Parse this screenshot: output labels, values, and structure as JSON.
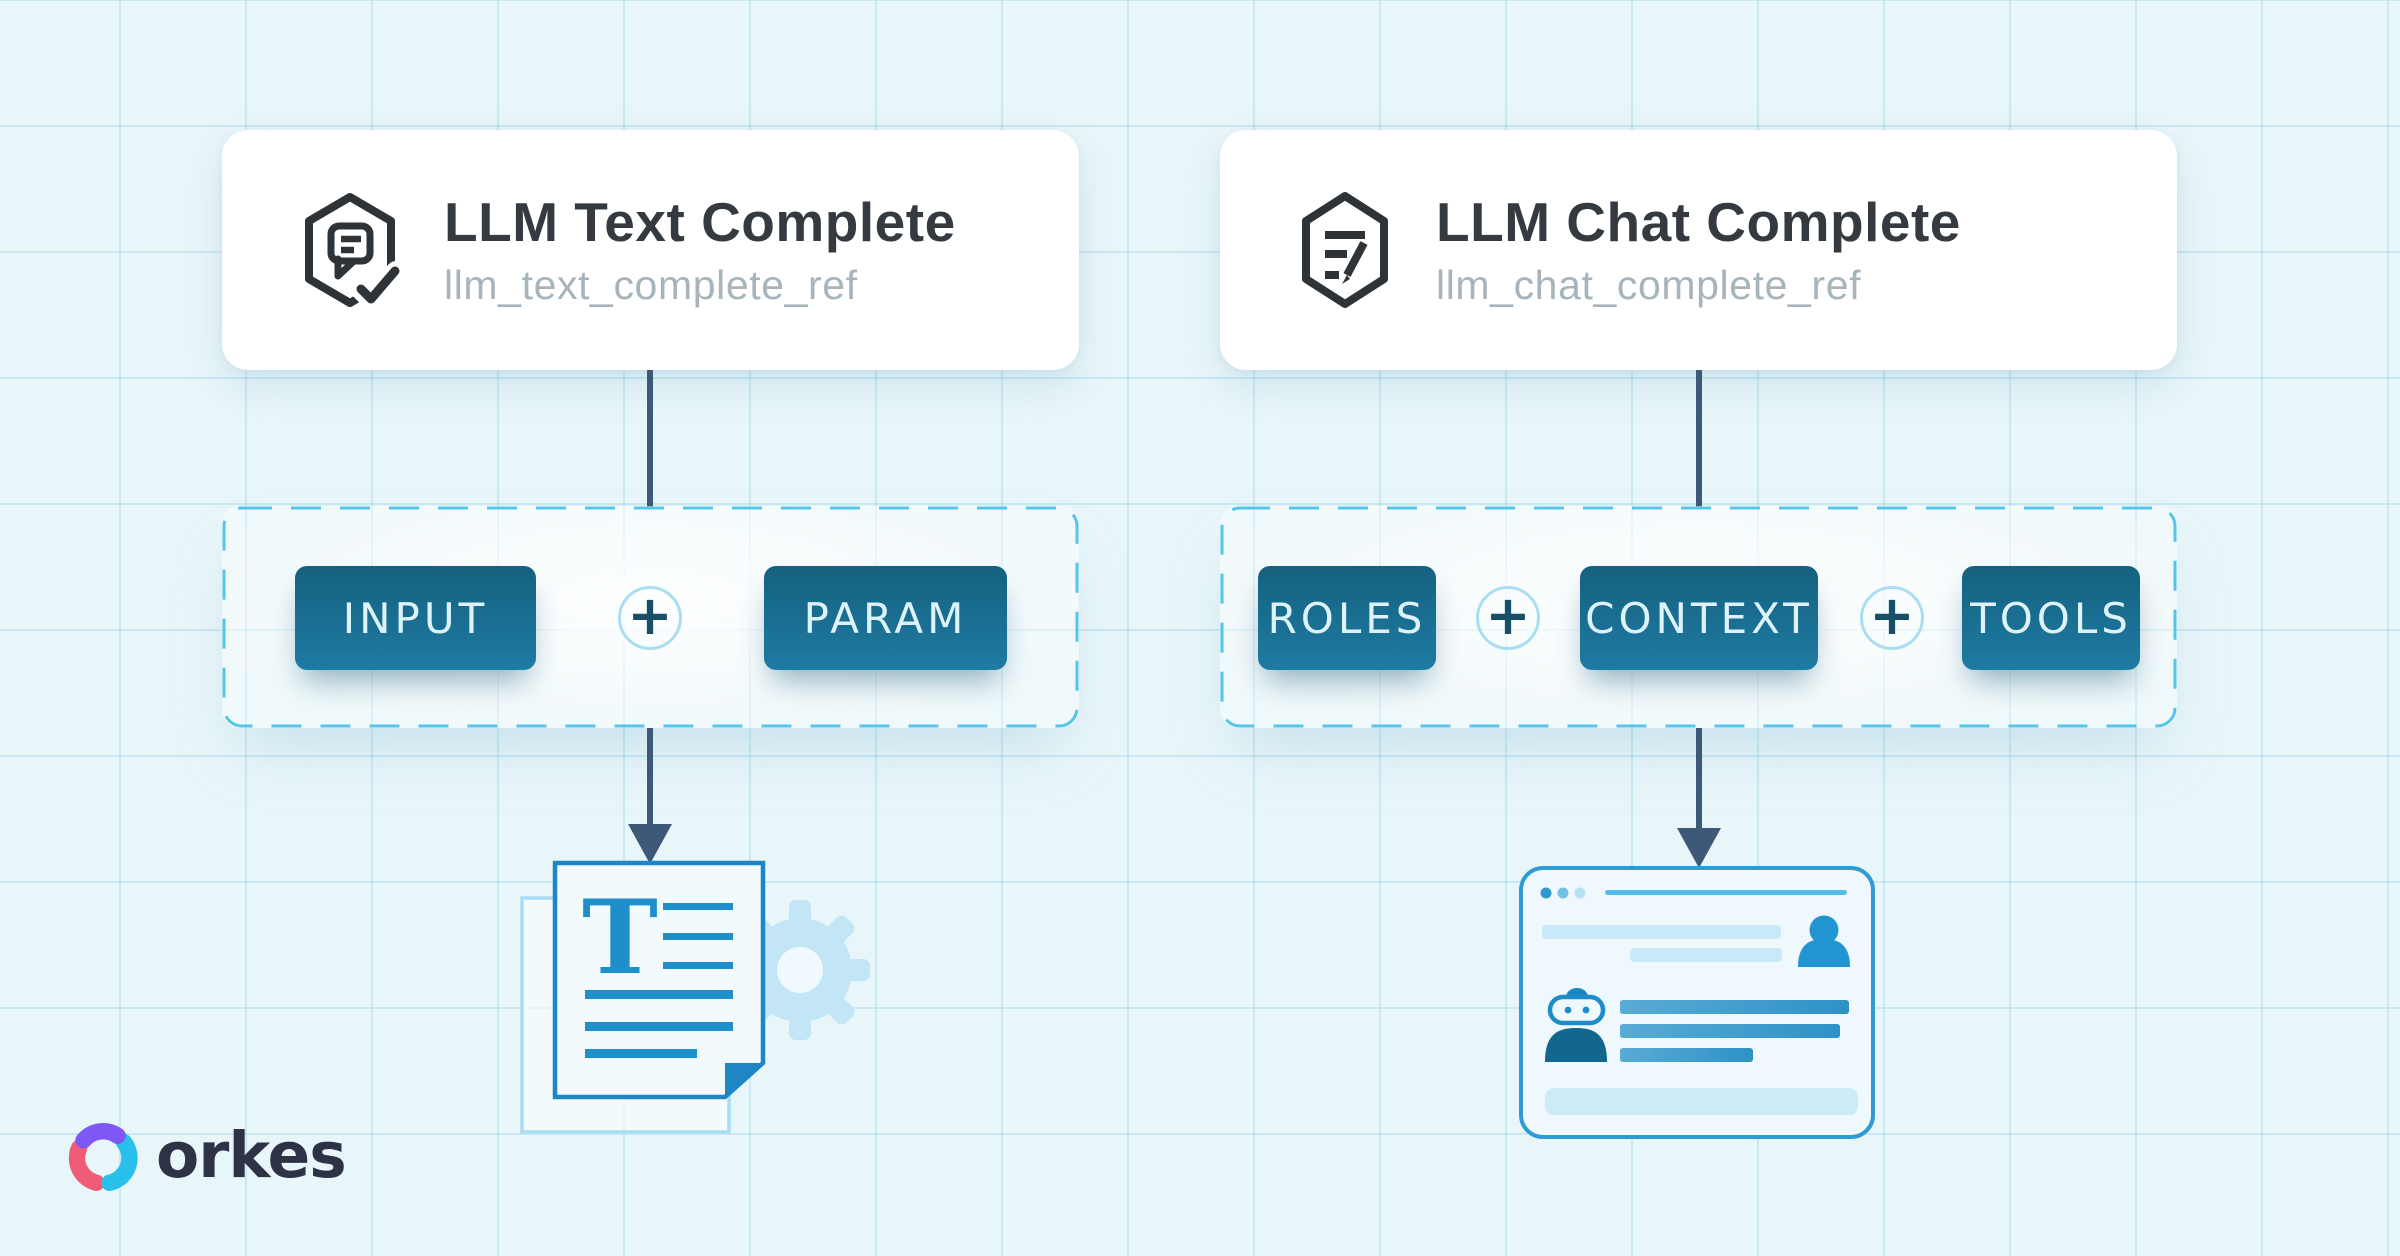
{
  "plus": "+",
  "colors": {
    "background": "#e9f6f9",
    "grid_line": "#cfeaf3",
    "card_background": "#ffffff",
    "title_text": "#343a40",
    "ref_text": "#a8b4bc",
    "icon_stroke": "#2e3338",
    "connector": "#3e5878",
    "dashed_border": "#55c5ea",
    "chip_gradient_top": "#15617f",
    "chip_gradient_bottom": "#1e7ba3",
    "chip_text": "#def2f9",
    "plus_ring": "#a9def2",
    "plus_glyph": "#174f68",
    "illustration_blue": "#1e86c5",
    "illustration_light_blue": "#c3e6f7",
    "logo_text": "#2e3247",
    "logo_purple": "#7e57f4",
    "logo_cyan": "#2ac0ec",
    "logo_pink": "#f05c78"
  },
  "flows": [
    {
      "card": {
        "title": "LLM Text Complete",
        "ref": "llm_text_complete_ref",
        "icon": "chat-check-hexagon-icon"
      },
      "tags": [
        "INPUT",
        "PARAM"
      ],
      "illustration": {
        "name": "text-document-illustration",
        "letter": "T"
      }
    },
    {
      "card": {
        "title": "LLM Chat Complete",
        "ref": "llm_chat_complete_ref",
        "icon": "chat-edit-hexagon-icon"
      },
      "tags": [
        "ROLES",
        "CONTEXT",
        "TOOLS"
      ],
      "illustration": {
        "name": "chat-window-illustration"
      }
    }
  ],
  "logo": {
    "text": "orkes"
  }
}
